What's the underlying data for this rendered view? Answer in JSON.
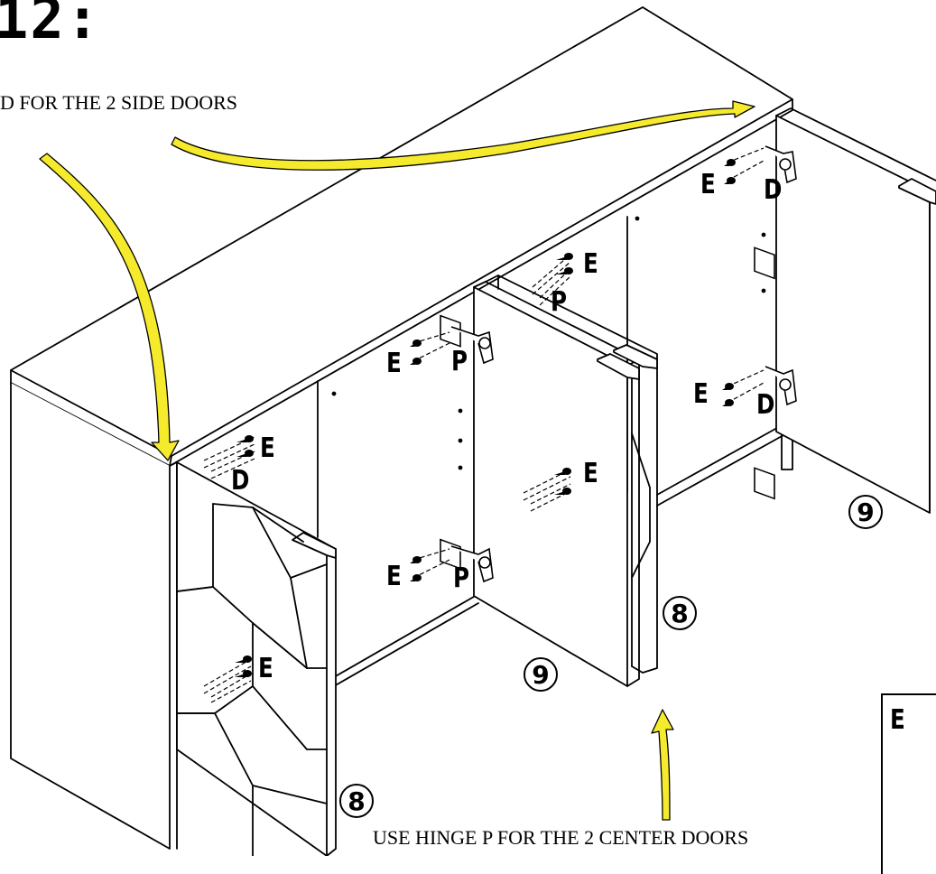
{
  "step": {
    "title": "12:"
  },
  "notes": {
    "side_doors": "D FOR THE 2 SIDE DOORS",
    "center_doors": "USE HINGE P FOR THE 2 CENTER DOORS"
  },
  "parts": {
    "screw": "E",
    "hinge_side": "D",
    "hinge_center": "P",
    "door_outer": "8",
    "door_inner": "9"
  },
  "legend": {
    "letter": "E"
  },
  "colors": {
    "arrow_fill": "#f5ea2c",
    "ink": "#000000"
  },
  "icons": [
    "arrow-icon",
    "screw-icon",
    "hinge-icon"
  ]
}
